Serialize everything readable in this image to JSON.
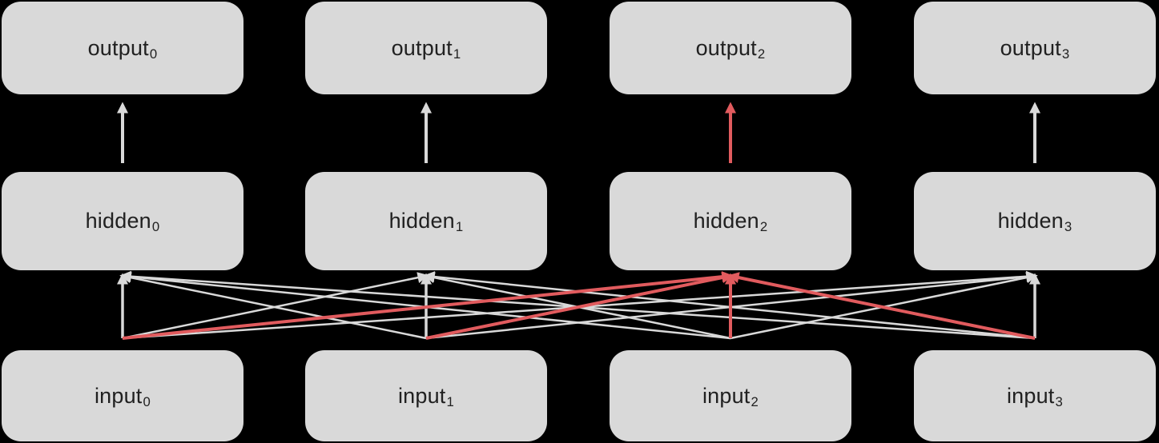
{
  "colors": {
    "background": "#000000",
    "node_fill": "#d9d9d9",
    "node_text": "#212121",
    "arrow_default": "#d9d9d9",
    "arrow_highlight": "#e15b5e"
  },
  "nodes": {
    "output": [
      {
        "base": "output",
        "sub": "0"
      },
      {
        "base": "output",
        "sub": "1"
      },
      {
        "base": "output",
        "sub": "2"
      },
      {
        "base": "output",
        "sub": "3"
      }
    ],
    "hidden": [
      {
        "base": "hidden",
        "sub": "0"
      },
      {
        "base": "hidden",
        "sub": "1"
      },
      {
        "base": "hidden",
        "sub": "2"
      },
      {
        "base": "hidden",
        "sub": "3"
      }
    ],
    "input": [
      {
        "base": "input",
        "sub": "0"
      },
      {
        "base": "input",
        "sub": "1"
      },
      {
        "base": "input",
        "sub": "2"
      },
      {
        "base": "input",
        "sub": "3"
      }
    ]
  },
  "connections": {
    "hidden_to_output": [
      {
        "from": "hidden_0",
        "to": "output_0",
        "highlighted": false
      },
      {
        "from": "hidden_1",
        "to": "output_1",
        "highlighted": false
      },
      {
        "from": "hidden_2",
        "to": "output_2",
        "highlighted": true
      },
      {
        "from": "hidden_3",
        "to": "output_3",
        "highlighted": false
      }
    ],
    "input_to_hidden": [
      {
        "from": "input_0",
        "to": "hidden_0",
        "highlighted": false
      },
      {
        "from": "input_0",
        "to": "hidden_1",
        "highlighted": false
      },
      {
        "from": "input_0",
        "to": "hidden_2",
        "highlighted": true
      },
      {
        "from": "input_0",
        "to": "hidden_3",
        "highlighted": false
      },
      {
        "from": "input_1",
        "to": "hidden_0",
        "highlighted": false
      },
      {
        "from": "input_1",
        "to": "hidden_1",
        "highlighted": false
      },
      {
        "from": "input_1",
        "to": "hidden_2",
        "highlighted": true
      },
      {
        "from": "input_1",
        "to": "hidden_3",
        "highlighted": false
      },
      {
        "from": "input_2",
        "to": "hidden_0",
        "highlighted": false
      },
      {
        "from": "input_2",
        "to": "hidden_1",
        "highlighted": false
      },
      {
        "from": "input_2",
        "to": "hidden_2",
        "highlighted": true
      },
      {
        "from": "input_2",
        "to": "hidden_3",
        "highlighted": false
      },
      {
        "from": "input_3",
        "to": "hidden_0",
        "highlighted": false
      },
      {
        "from": "input_3",
        "to": "hidden_1",
        "highlighted": false
      },
      {
        "from": "input_3",
        "to": "hidden_2",
        "highlighted": true
      },
      {
        "from": "input_3",
        "to": "hidden_3",
        "highlighted": false
      }
    ]
  }
}
